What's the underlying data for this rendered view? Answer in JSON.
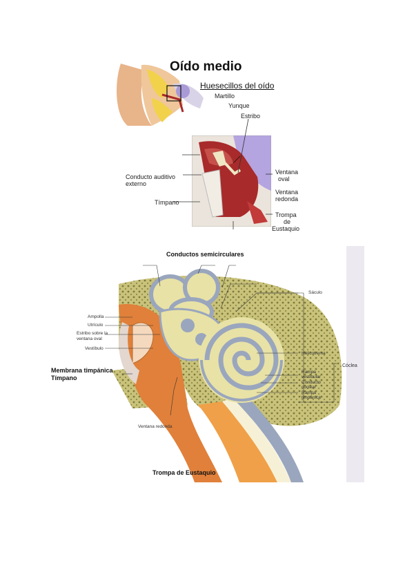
{
  "top": {
    "title": "Oído medio",
    "subtitle": "Huesecillos del oído",
    "labels": {
      "martillo": "Martillo",
      "yunque": "Yunque",
      "estribo": "Estribo",
      "conducto_1": "Conducto auditivo",
      "conducto_2": "externo",
      "timpano": "Tímpano",
      "ventana_oval_1": "Ventana",
      "ventana_oval_2": "oval",
      "ventana_redonda_1": "Ventana",
      "ventana_redonda_2": "redonda",
      "trompa_1": "Trompa",
      "trompa_2": "de",
      "trompa_3": "Eustaquio"
    }
  },
  "bottom": {
    "title": "Conductos semicirculares",
    "labels": {
      "ampolla": "Ampolla",
      "utriculo": "Utrículo",
      "estribo_1": "Estribo sobre la",
      "estribo_2": "ventana oval",
      "vestibulo": "Vestíbulo",
      "membrana": "Membrana timpánica",
      "timpano": "Tímpano",
      "ventana_redonda": "Ventana redonda",
      "trompa": "Trompa de Eustaquio",
      "saculo": "Sáculo",
      "helicotrema": "Helicotrema",
      "rampa_vest_1": "Rampa",
      "rampa_vest_2": "vestibular",
      "conducto_coclear_1": "Conducto",
      "conducto_coclear_2": "coclear",
      "rampa_timp_1": "Rampa",
      "rampa_timp_2": "timpánica",
      "coclea": "Cóclea"
    }
  },
  "colors": {
    "bone": "#c9c27a",
    "bone_dots": "#7d7a3a",
    "fluid": "#e8e2a6",
    "cochlea_blue": "#9aa6bd",
    "tissue_orange": "#e0803a",
    "ear_skin": "#e8b48a",
    "ear_red": "#a82a2a",
    "ear_purple": "#a99ad6"
  }
}
